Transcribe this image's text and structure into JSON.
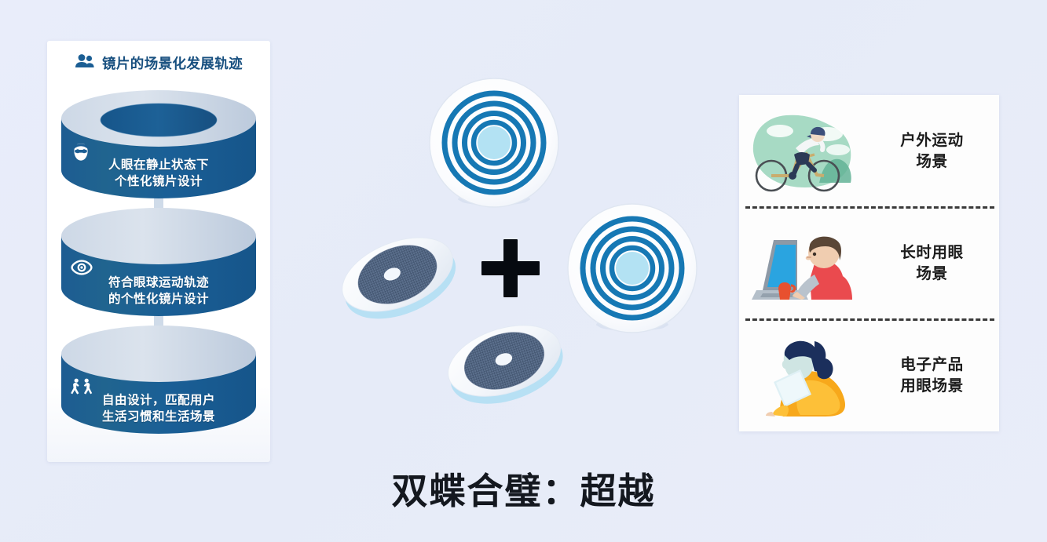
{
  "slide": {
    "background_color": "#e7ecf9",
    "bottom_title": "双蝶合璧：超越"
  },
  "left_panel": {
    "header": {
      "icon": "people-group-icon",
      "title": "镜片的场景化发展轨迹",
      "title_color": "#174f7f"
    },
    "stages": [
      {
        "icon": "face-with-glasses-icon",
        "line1": "人眼在静止状态下",
        "line2": "个性化镜片设计",
        "body_color": "#1b5e94",
        "top_color": "#c5d2e2"
      },
      {
        "icon": "eye-icon",
        "line1": "符合眼球运动轨迹",
        "line2": "的个性化镜片设计",
        "body_color": "#1b5e94",
        "top_color": "#c5d2e2"
      },
      {
        "icon": "running-people-icon",
        "line1": "自由设计，匹配用户",
        "line2": "生活习惯和生活场景",
        "body_color": "#1b5e94",
        "top_color": "#c5d2e2"
      }
    ],
    "connector_arrows": 2
  },
  "center": {
    "plus_symbol": "+",
    "plus_color": "#060a10",
    "ring_color": "#1678b4",
    "ring_core_color": "#b3e2f3",
    "items": [
      {
        "name": "concentric-ring-lens-top",
        "type": "ring-disc",
        "ring_count": 5
      },
      {
        "name": "concentric-ring-lens-right",
        "type": "ring-disc",
        "ring_count": 5
      },
      {
        "name": "textured-lens-left",
        "type": "tilted-lens",
        "tilt_deg": -22
      },
      {
        "name": "textured-lens-bottom",
        "type": "tilted-lens",
        "tilt_deg": -18
      }
    ]
  },
  "right_panel": {
    "scenes": [
      {
        "illustration": "cyclist-outdoor-icon",
        "line1": "户外运动",
        "line2": "场景"
      },
      {
        "illustration": "person-at-laptop-icon",
        "line1": "长时用眼",
        "line2": "场景"
      },
      {
        "illustration": "person-with-tablet-icon",
        "line1": "电子产品",
        "line2": "用眼场景"
      }
    ],
    "divider_style": "dashed"
  }
}
